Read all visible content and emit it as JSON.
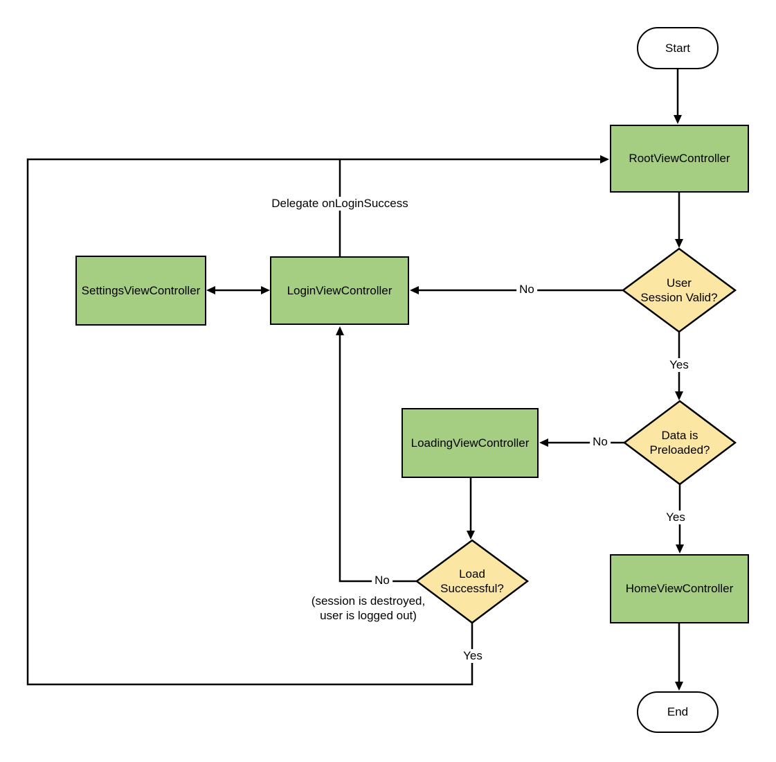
{
  "diagram": {
    "colors": {
      "process_fill": "#a6ce82",
      "decision_fill": "#fbe6a3",
      "terminator_fill": "#ffffff",
      "stroke": "#000000"
    },
    "nodes": {
      "start": {
        "type": "terminator",
        "label": "Start"
      },
      "root": {
        "type": "process",
        "label": "RootViewController"
      },
      "session_valid": {
        "type": "decision",
        "label": "User Session Valid?",
        "lines": [
          "User",
          "Session Valid?"
        ]
      },
      "settings": {
        "type": "process",
        "label": "SettingsViewController"
      },
      "login": {
        "type": "process",
        "label": "LoginViewController"
      },
      "data_preloaded": {
        "type": "decision",
        "label": "Data is Preloaded?",
        "lines": [
          "Data is",
          "Preloaded?"
        ]
      },
      "loading": {
        "type": "process",
        "label": "LoadingViewController"
      },
      "load_successful": {
        "type": "decision",
        "label": "Load Successful?",
        "lines": [
          "Load",
          "Successful?"
        ]
      },
      "home": {
        "type": "process",
        "label": "HomeViewController"
      },
      "end": {
        "type": "terminator",
        "label": "End"
      }
    },
    "edge_labels": {
      "delegate": "Delegate onLoginSuccess",
      "session_no": "No",
      "session_yes": "Yes",
      "preloaded_no": "No",
      "preloaded_yes": "Yes",
      "load_no": "No",
      "load_yes": "Yes",
      "load_no_note_line1": "(session is destroyed,",
      "load_no_note_line2": "user is logged out)"
    }
  }
}
